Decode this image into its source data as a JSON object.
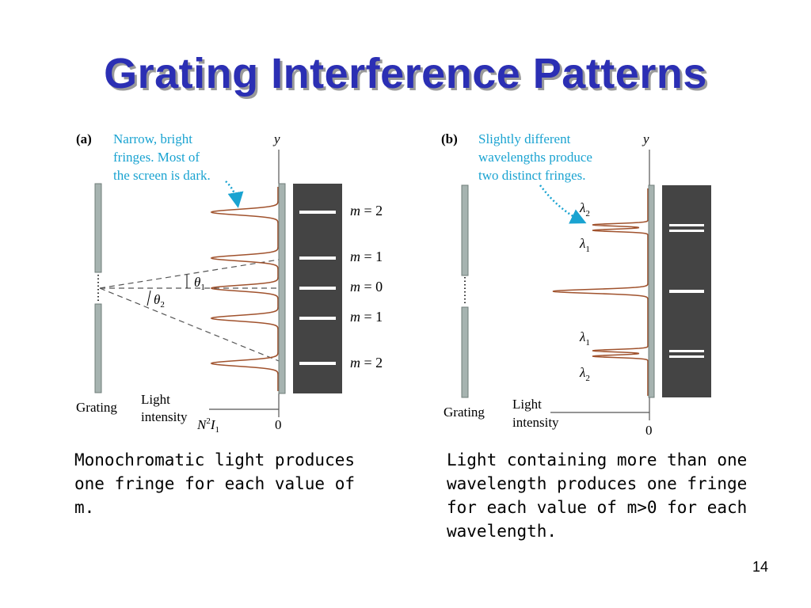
{
  "slide": {
    "title": "Grating Interference Patterns",
    "page_number": "14"
  },
  "colors": {
    "title": "#2b2fb4",
    "annotation": "#1aa3d1",
    "intensity_curve": "#a0522d",
    "screen": "#444444",
    "grating": "#a6b3b0"
  },
  "panel_a": {
    "label": "(a)",
    "annotation_lines": [
      "Narrow, bright",
      "fringes. Most of",
      "the screen is dark."
    ],
    "y_axis_label": "y",
    "grating_label": "Grating",
    "intensity_label_lines": [
      "Light",
      "intensity"
    ],
    "peak_label_prefix": "N",
    "peak_label_exp": "2",
    "peak_label_i": "I",
    "peak_label_sub": "1",
    "zero_label": "0",
    "theta1": "θ",
    "theta1_sub": "1",
    "theta2": "θ",
    "theta2_sub": "2",
    "order_labels": [
      "m = 2",
      "m = 1",
      "m = 0",
      "m = 1",
      "m = 2"
    ]
  },
  "panel_b": {
    "label": "(b)",
    "annotation_lines": [
      "Slightly different",
      "wavelengths produce",
      "two distinct fringes."
    ],
    "y_axis_label": "y",
    "grating_label": "Grating",
    "intensity_label_lines": [
      "Light",
      "intensity"
    ],
    "zero_label": "0",
    "lambda_labels": [
      {
        "symbol": "λ",
        "sub": "2"
      },
      {
        "symbol": "λ",
        "sub": "1"
      },
      {
        "symbol": "λ",
        "sub": "1"
      },
      {
        "symbol": "λ",
        "sub": "2"
      }
    ]
  },
  "captions": {
    "a": "Monochromatic light produces one fringe for each value of m.",
    "b": "Light containing more than one wavelength produces one fringe for each value of m>0 for each wavelength."
  }
}
